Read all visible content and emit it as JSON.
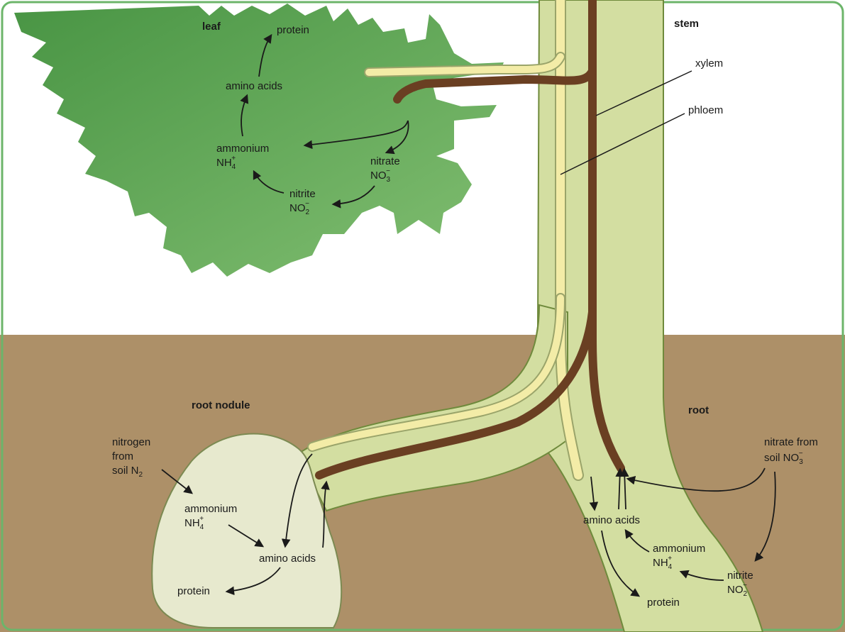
{
  "region_labels": {
    "leaf": "leaf",
    "stem": "stem",
    "root": "root",
    "root_nodule": "root nodule"
  },
  "vessel_labels": {
    "xylem": "xylem",
    "phloem": "phloem"
  },
  "leaf_cycle": {
    "protein": "protein",
    "amino_acids": "amino acids",
    "ammonium": "ammonium",
    "ammonium_formula": "NH",
    "ammonium_sub": "4",
    "ammonium_sup": "+",
    "nitrate": "nitrate",
    "nitrate_formula": "NO",
    "nitrate_sub": "3",
    "nitrate_sup": "−",
    "nitrite": "nitrite",
    "nitrite_formula": "NO",
    "nitrite_sub": "2",
    "nitrite_sup": "−"
  },
  "nodule_cycle": {
    "nitrogen_line1": "nitrogen",
    "nitrogen_line2": "from",
    "nitrogen_line3": "soil N",
    "nitrogen_sub": "2",
    "ammonium": "ammonium",
    "ammonium_formula": "NH",
    "ammonium_sub": "4",
    "ammonium_sup": "+",
    "amino_acids": "amino acids",
    "protein": "protein"
  },
  "root_cycle": {
    "nitrate_line1": "nitrate from",
    "nitrate_line2": "soil NO",
    "nitrate_sub": "3",
    "nitrate_sup": "−",
    "nitrite": "nitrite",
    "nitrite_formula": "NO",
    "nitrite_sub": "2",
    "nitrite_sup": "−",
    "ammonium": "ammonium",
    "ammonium_formula": "NH",
    "ammonium_sub": "4",
    "ammonium_sup": "+",
    "amino_acids": "amino acids",
    "protein": "protein"
  },
  "colors": {
    "soil": "#ad9068",
    "stem": "#d3dea1",
    "stem_outline": "#6f8a3c",
    "leaf": "#4b9a43",
    "leaf_light": "#74b564",
    "xylem": "#f3eca7",
    "xylem_outline": "#9aa46a",
    "phloem": "#6a3f22",
    "nodule": "#e7e9ce",
    "border": "#6cb56a"
  }
}
